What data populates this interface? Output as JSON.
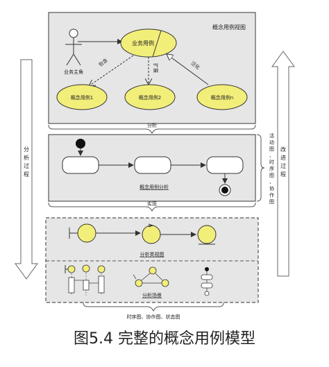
{
  "panel1": {
    "title": "概念用例视图",
    "actor": "业务主角",
    "business_usecase": "业务用例",
    "concept_usecases": [
      "概念用例1",
      "概念用例2",
      "概念用例n"
    ],
    "rel_include": "包含",
    "rel_extend": "扩展",
    "rel_generalize": "泛化"
  },
  "arrow1_label": "分析",
  "panel2": {
    "title": "概念用例分析",
    "side_label": "活动图、时序图、协作图"
  },
  "arrow2_label": "实现",
  "panel3": {
    "top_label": "分析类视图",
    "bottom_label": "分析场景",
    "footer": "时序图、协作图、状态图"
  },
  "left_process": "分析过程",
  "right_process": "改进过程",
  "caption": "图5.4 完整的概念用例模型",
  "colors": {
    "yellow": "#f2ee7a",
    "panel": "#e6e6e6",
    "border": "#555555"
  }
}
